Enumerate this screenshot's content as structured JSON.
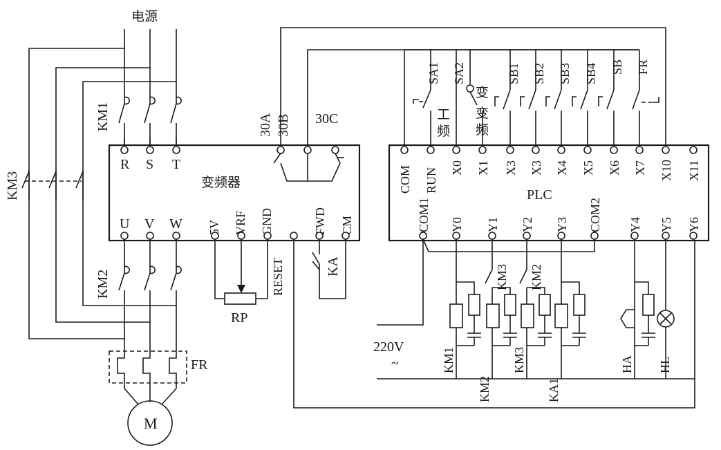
{
  "power": {
    "title": "电源"
  },
  "inverter": {
    "name": "变频器",
    "inputs": [
      "R",
      "S",
      "T"
    ],
    "outputs": [
      "U",
      "V",
      "W"
    ],
    "analog": [
      "5V",
      "VRF",
      "GND"
    ],
    "reset": "RESET",
    "control": [
      "FWD",
      "CM"
    ],
    "relay": [
      "30A",
      "30B",
      "30C"
    ]
  },
  "plc": {
    "name": "PLC",
    "inputs": [
      "COM",
      "RUN",
      "X0",
      "X1",
      "X3",
      "X3",
      "X4",
      "X5",
      "X6",
      "X7",
      "X10",
      "X11"
    ],
    "outputs": [
      "COM1",
      "Y0",
      "Y1",
      "Y2",
      "Y3",
      "COM2",
      "Y4",
      "Y5",
      "Y6"
    ]
  },
  "contactors": {
    "km1": "KM1",
    "km2": "KM2",
    "km3": "KM3",
    "fr": "FR",
    "motor": "M"
  },
  "switches": {
    "sa1": "SA1",
    "sa2": "SA2",
    "sb1": "SB1",
    "sb2": "SB2",
    "sb3": "SB3",
    "sb4": "SB4",
    "sb": "SB",
    "fr": "FR",
    "gong": "工",
    "pin1": "频",
    "bian": "变",
    "pin2": "频",
    "bian2": "变"
  },
  "misc": {
    "rp": "RP",
    "ka": "KA",
    "supply": "220V",
    "tilde": "~"
  },
  "coils": {
    "km1": "KM1",
    "km2": "KM2",
    "km3": "KM3",
    "ka1": "KA1",
    "ha": "HA",
    "hl": "HL"
  },
  "interlocks": {
    "km3": "KM3",
    "km2": "KM2"
  }
}
